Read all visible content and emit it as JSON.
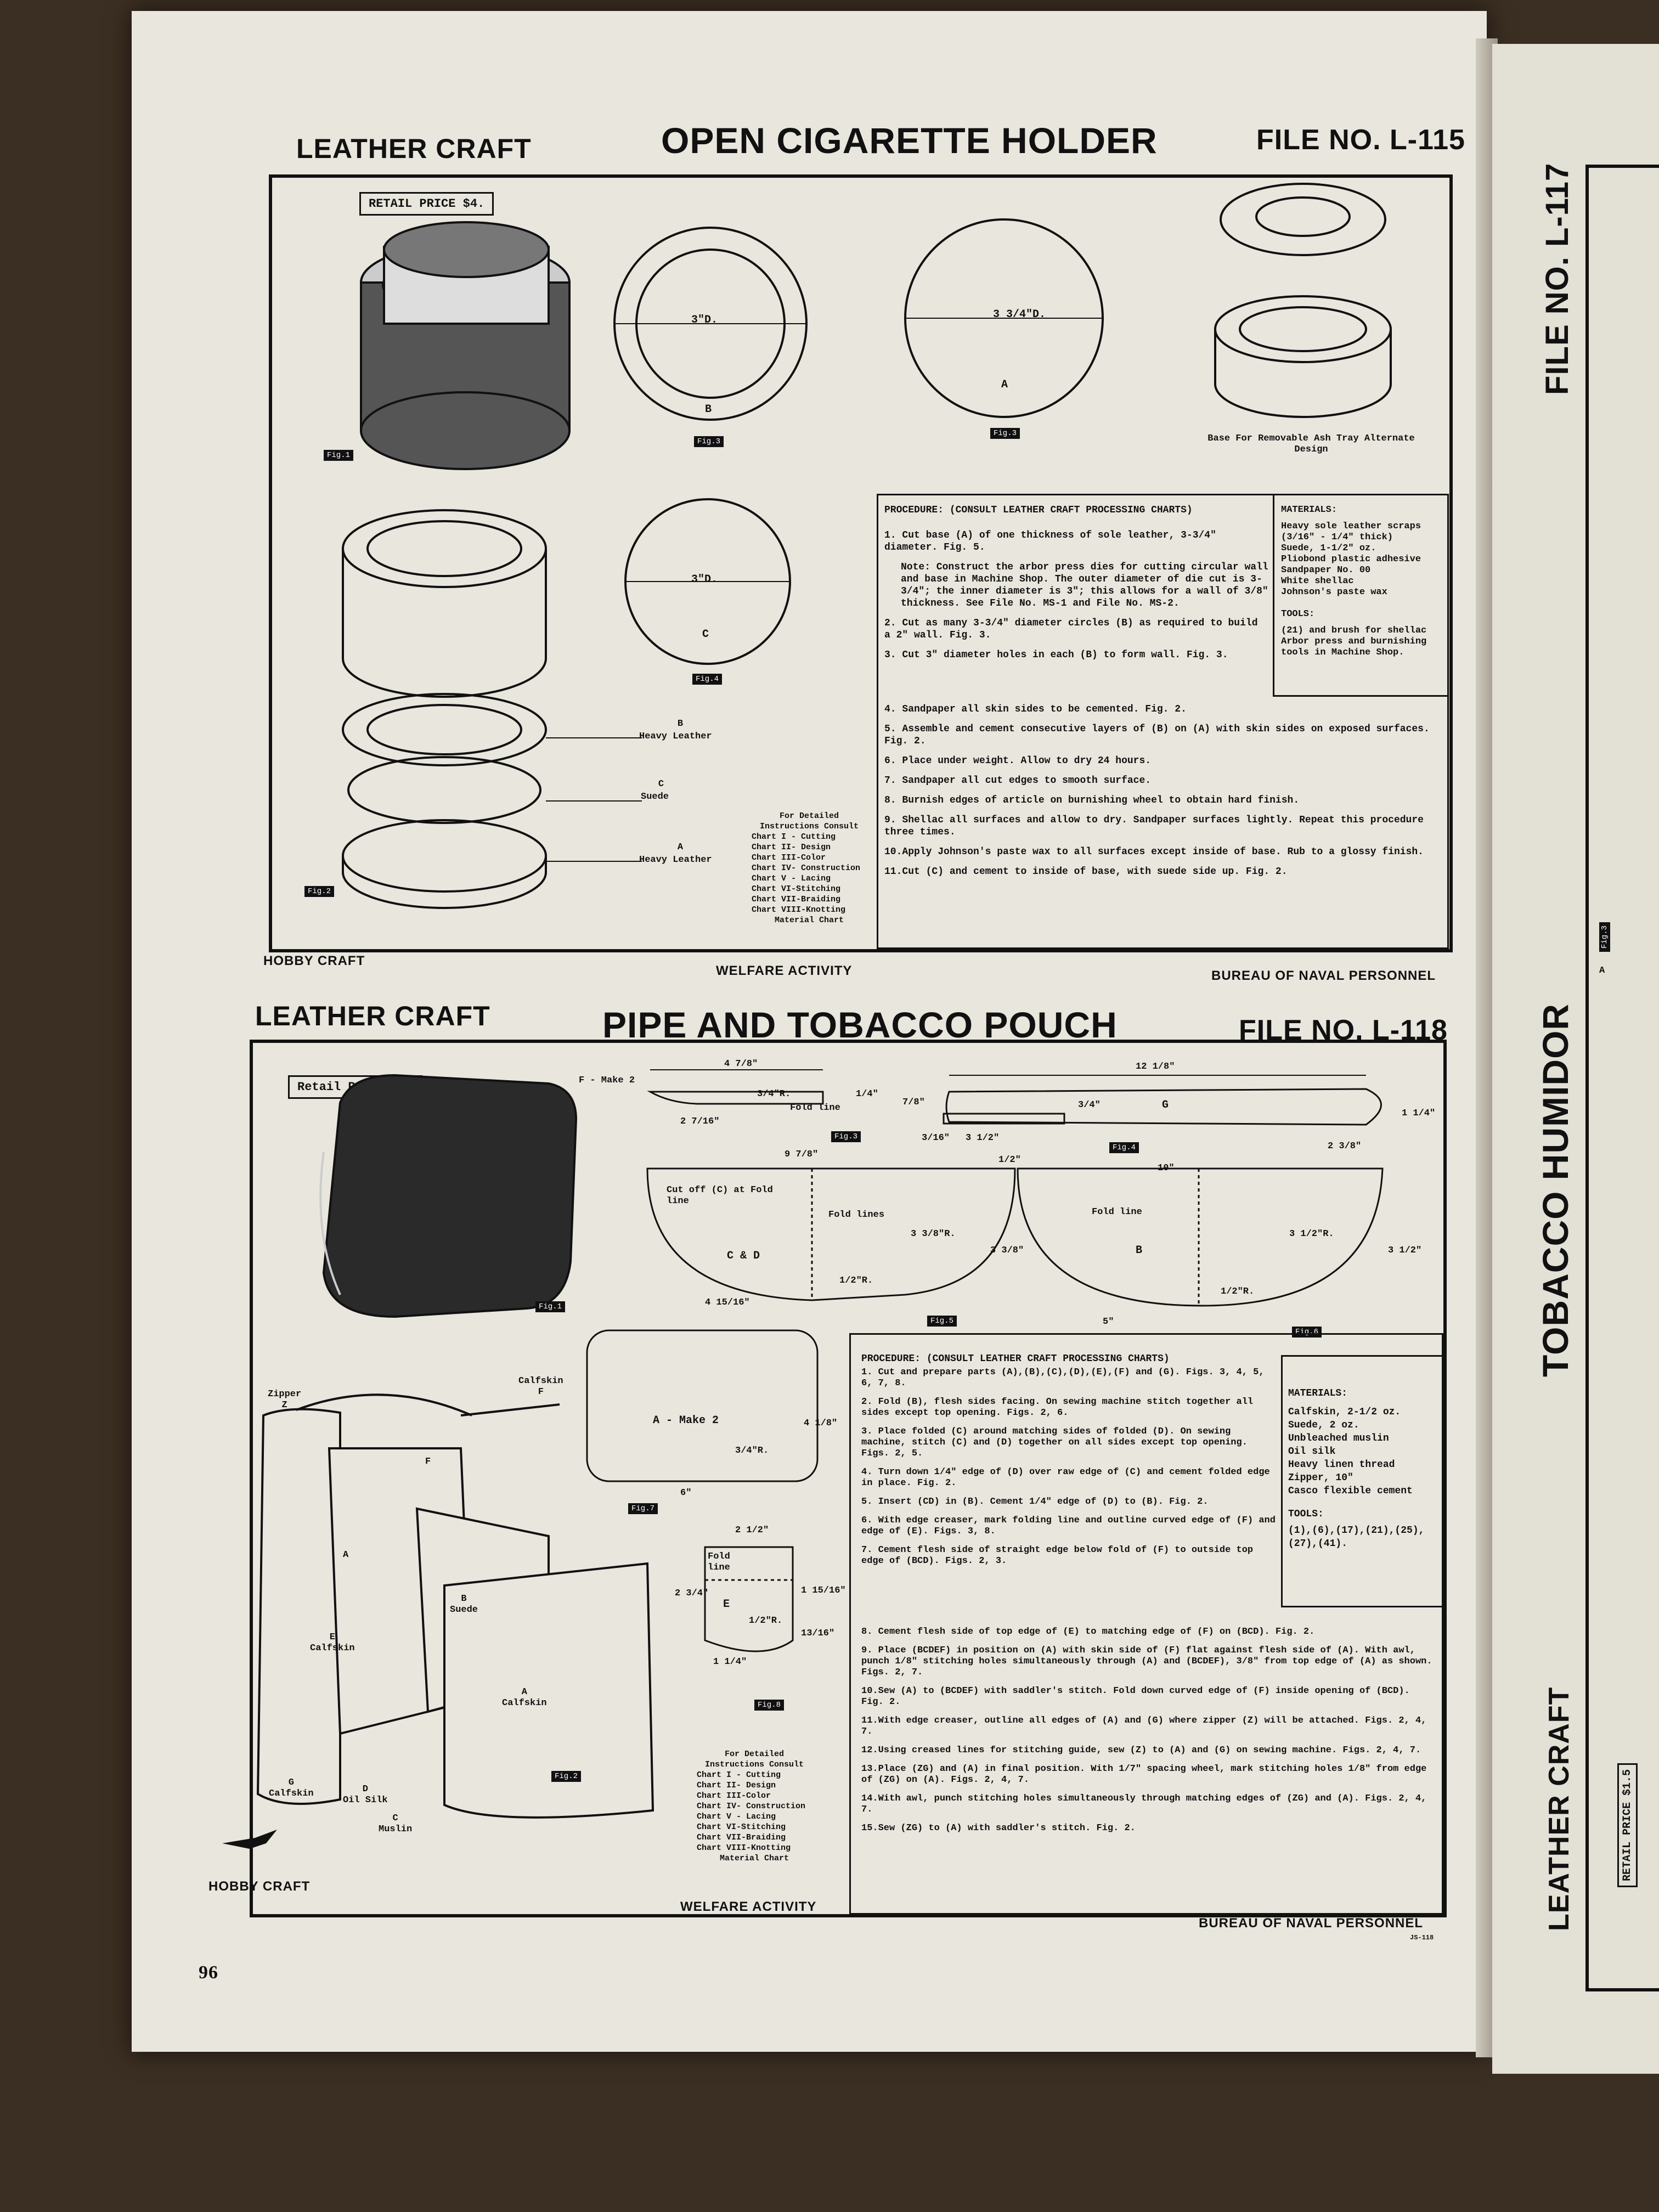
{
  "sheet1": {
    "left_header": "LEATHER CRAFT",
    "title": "OPEN CIGARETTE HOLDER",
    "file_no": "FILE NO. L-115",
    "retail_price": "RETAIL PRICE $4.",
    "fig_labels": [
      "Fig.1",
      "Fig.2",
      "Fig.3",
      "Fig.3",
      "Fig.4"
    ],
    "dims": {
      "b": "3\"D.",
      "a": "3 3/4\"D.",
      "c": "3\"D."
    },
    "parts": {
      "b": "B",
      "a": "A",
      "c": "C"
    },
    "ash_tray_caption": "Base For Removable Ash Tray Alternate Design",
    "layers": [
      {
        "letter": "B",
        "name": "Heavy Leather"
      },
      {
        "letter": "C",
        "name": "Suede"
      },
      {
        "letter": "A",
        "name": "Heavy Leather"
      }
    ],
    "charts": [
      "For Detailed",
      "Instructions Consult",
      "Chart I - Cutting",
      "Chart II- Design",
      "Chart III-Color",
      "Chart IV- Construction",
      "Chart V - Lacing",
      "Chart VI-Stitching",
      "Chart VII-Braiding",
      "Chart VIII-Knotting",
      "Material Chart"
    ],
    "procedure_title": "PROCEDURE: (CONSULT LEATHER CRAFT PROCESSING CHARTS)",
    "procedure": [
      "1. Cut base (A) of one thickness of sole leather, 3-3/4\" diameter. Fig. 5.",
      "Note: Construct the arbor press dies for cutting circular wall and base in Machine Shop. The outer diameter of die cut is 3-3/4\"; the inner diameter is 3\"; this allows for a wall of 3/8\" thickness. See File No. MS-1 and File No. MS-2.",
      "2. Cut as many 3-3/4\" diameter circles (B) as required to build a 2\" wall. Fig. 3.",
      "3. Cut 3\" diameter holes in each (B) to form wall. Fig. 3.",
      "4. Sandpaper all skin sides to be cemented. Fig. 2.",
      "5. Assemble and cement consecutive layers of (B) on (A) with skin sides on exposed surfaces. Fig. 2.",
      "6. Place under weight. Allow to dry 24 hours.",
      "7. Sandpaper all cut edges to smooth surface.",
      "8. Burnish edges of article on burnishing wheel to obtain hard finish.",
      "9. Shellac all surfaces and allow to dry. Sandpaper surfaces lightly. Repeat this procedure three times.",
      "10.Apply Johnson's paste wax to all surfaces except inside of base. Rub to a glossy finish.",
      "11.Cut (C) and cement to inside of base, with suede side up. Fig. 2."
    ],
    "materials_title": "MATERIALS:",
    "materials": [
      "Heavy sole leather scraps (3/16\" - 1/4\" thick)",
      "Suede, 1-1/2\" oz.",
      "Pliobond plastic adhesive",
      "Sandpaper No. 00",
      "White shellac",
      "Johnson's paste wax"
    ],
    "tools_title": "TOOLS:",
    "tools": "(21) and brush for shellac Arbor press and burnishing tools in Machine Shop.",
    "footer_left": "HOBBY CRAFT",
    "footer_center": "WELFARE ACTIVITY",
    "footer_right": "BUREAU OF NAVAL PERSONNEL"
  },
  "sheet2": {
    "left_header": "LEATHER CRAFT",
    "title": "PIPE AND TOBACCO POUCH",
    "file_no": "FILE NO. L-118",
    "retail_price": "Retail Price $5.",
    "fig_labels": [
      "Fig.1",
      "Fig.2",
      "Fig.3",
      "Fig.4",
      "Fig.5",
      "Fig.6",
      "Fig.7",
      "Fig.8"
    ],
    "pattern_text": {
      "f_make2": "F - Make 2",
      "fold_line": "Fold line",
      "g": "G",
      "cut_off": "Cut off (C) at Fold line",
      "fold_lines": "Fold lines",
      "cd": "C & D",
      "fold_line_b": "Fold line",
      "b": "B",
      "a_make2": "A - Make 2",
      "e": "E",
      "fold_line_e": "Fold line"
    },
    "dims": {
      "f_width": "4 7/8\"",
      "f_r": "3/4\"R.",
      "f_h": "1/4\"",
      "f_left": "2 7/16\"",
      "g_len": "12 1/8\"",
      "g_h": "7/8\"",
      "g_r": "3/4\"",
      "g_end": "1 1/4\"",
      "g_small": "3/16\"",
      "g_b": "3 1/2\"",
      "g_c": "2 3/8\"",
      "cd_w": "9 7/8\"",
      "cd_top": "1/2\"",
      "cd_r": "3 3/8\"R.",
      "cd_h": "3 3/8\"",
      "cd_small_r": "1/2\"R.",
      "cd_bottom": "4 15/16\"",
      "b_w": "10\"",
      "b_r": "3 1/2\"R.",
      "b_h": "3 1/2\"",
      "b_small_r": "1/2\"R.",
      "b_bottom": "5\"",
      "a_r": "3/4\"R.",
      "a_h": "4 1/8\"",
      "a_w": "6\"",
      "e_w": "2 1/2\"",
      "e_h": "2 3/4\"",
      "e_r": "1/2\"R.",
      "e_a": "1 15/16\"",
      "e_b": "13/16\"",
      "e_c": "1 1/4\""
    },
    "exploded_labels": [
      {
        "text": "Zipper\nZ"
      },
      {
        "text": "Calfskin\nF"
      },
      {
        "text": "F"
      },
      {
        "text": "A"
      },
      {
        "text": "E\nCalfskin"
      },
      {
        "text": "B\nSuede"
      },
      {
        "text": "A\nCalfskin"
      },
      {
        "text": "G\nCalfskin"
      },
      {
        "text": "D\nOil Silk"
      },
      {
        "text": "C\nMuslin"
      }
    ],
    "charts": [
      "For Detailed",
      "Instructions Consult",
      "Chart I - Cutting",
      "Chart II- Design",
      "Chart III-Color",
      "Chart IV- Construction",
      "Chart V - Lacing",
      "Chart VI-Stitching",
      "Chart VII-Braiding",
      "Chart VIII-Knotting",
      "Material Chart"
    ],
    "procedure_title": "PROCEDURE: (CONSULT LEATHER CRAFT PROCESSING CHARTS)",
    "procedure": [
      "1. Cut and prepare parts (A),(B),(C),(D),(E),(F) and (G). Figs. 3, 4, 5, 6, 7, 8.",
      "2. Fold (B), flesh sides facing. On sewing machine stitch together all sides except top opening. Figs. 2, 6.",
      "3. Place folded (C) around matching sides of folded (D). On sewing machine, stitch (C) and (D) together on all sides except top opening. Figs. 2, 5.",
      "4. Turn down 1/4\" edge of (D) over raw edge of (C) and cement folded edge in place. Fig. 2.",
      "5. Insert (CD) in (B). Cement 1/4\" edge of (D) to (B). Fig. 2.",
      "6. With edge creaser, mark folding line and outline curved edge of (F) and edge of (E). Figs. 3, 8.",
      "7. Cement flesh side of straight edge below fold of (F) to outside top edge of (BCD). Figs. 2, 3.",
      "8. Cement flesh side of top edge of (E) to matching edge of (F) on (BCD). Fig. 2.",
      "9. Place (BCDEF) in position on (A) with skin side of (F) flat against flesh side of (A). With awl, punch 1/8\" stitching holes simultaneously through (A) and (BCDEF), 3/8\" from top edge of (A) as shown. Figs. 2, 7.",
      "10.Sew (A) to (BCDEF) with saddler's stitch. Fold down curved edge of (F) inside opening of (BCD). Fig. 2.",
      "11.With edge creaser, outline all edges of (A) and (G) where zipper (Z) will be attached. Figs. 2, 4, 7.",
      "12.Using creased lines for stitching guide, sew (Z) to (A) and (G) on sewing machine. Figs. 2, 4, 7.",
      "13.Place (ZG) and (A) in final position. With 1/7\" spacing wheel, mark stitching holes 1/8\" from edge of (ZG) on (A). Figs. 2, 4, 7.",
      "14.With awl, punch stitching holes simultaneously through matching edges of (ZG) and (A). Figs. 2, 4, 7.",
      "15.Sew (ZG) to (A) with saddler's stitch. Fig. 2."
    ],
    "materials_title": "MATERIALS:",
    "materials": [
      "Calfskin, 2-1/2 oz.",
      "Suede, 2 oz.",
      "Unbleached muslin",
      "Oil silk",
      "Heavy linen thread",
      "Zipper, 10\"",
      "Casco flexible cement"
    ],
    "tools_title": "TOOLS:",
    "tools": "(1),(6),(17),(21),(25), (27),(41).",
    "footer_left": "HOBBY CRAFT",
    "footer_center": "WELFARE ACTIVITY",
    "footer_right": "BUREAU OF NAVAL PERSONNEL",
    "code": "JS-118"
  },
  "page_number": "96",
  "right_page": {
    "file_no": "FILE NO. L-117",
    "title": "TOBACCO HUMIDOR",
    "left_header": "LEATHER CRAFT",
    "retail_price": "RETAIL PRICE $1.5",
    "fig": "Fig.3",
    "a": "A"
  },
  "colors": {
    "paper": "#e9e6dd",
    "ink": "#111111",
    "background": "#3b2e22"
  }
}
